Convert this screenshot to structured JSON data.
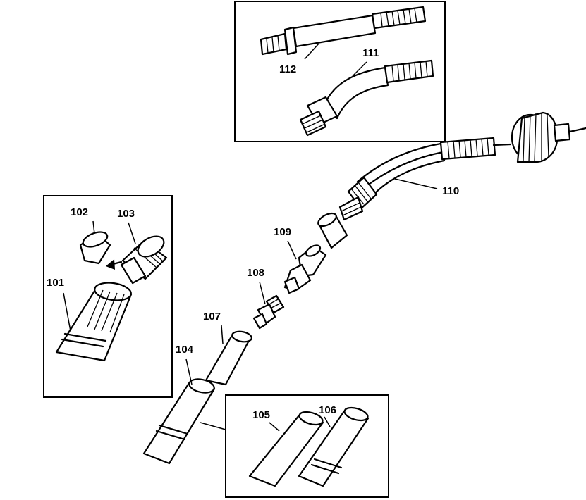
{
  "labels": {
    "p101": "101",
    "p102": "102",
    "p103": "103",
    "p104": "104",
    "p105": "105",
    "p106": "106",
    "p107": "107",
    "p108": "108",
    "p109": "109",
    "p110": "110",
    "p111": "111",
    "p112": "112"
  }
}
